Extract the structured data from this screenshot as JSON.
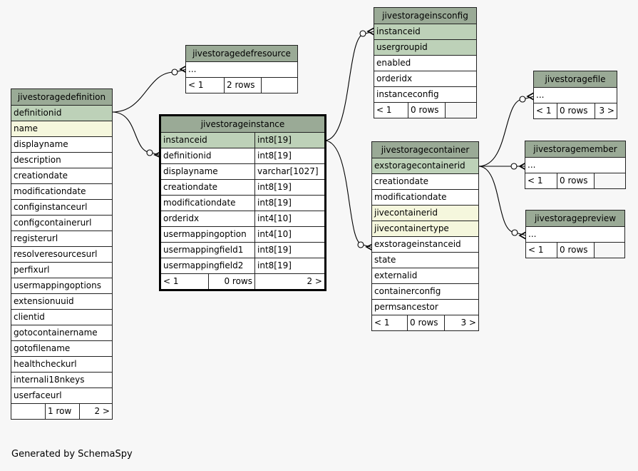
{
  "caption": "Generated by SchemaSpy",
  "tables": {
    "definition": {
      "name": "jivestoragedefinition",
      "columns": [
        "definitionid",
        "name",
        "displayname",
        "description",
        "creationdate",
        "modificationdate",
        "configinstanceurl",
        "configcontainerurl",
        "registerurl",
        "resolveresourcesurl",
        "perfixurl",
        "usermappingoptions",
        "extensionuuid",
        "clientid",
        "gotocontainername",
        "gotofilename",
        "healthcheckurl",
        "internali18nkeys",
        "userfaceurl"
      ],
      "footer": [
        "",
        "1 row",
        "2 >"
      ]
    },
    "defresource": {
      "name": "jivestoragedefresource",
      "columns": [
        "..."
      ],
      "footer": [
        "< 1",
        "2 rows",
        ""
      ]
    },
    "instance": {
      "name": "jivestorageinstance",
      "columns": [
        {
          "name": "instanceid",
          "type": "int8[19]"
        },
        {
          "name": "definitionid",
          "type": "int8[19]"
        },
        {
          "name": "displayname",
          "type": "varchar[1027]"
        },
        {
          "name": "creationdate",
          "type": "int8[19]"
        },
        {
          "name": "modificationdate",
          "type": "int8[19]"
        },
        {
          "name": "orderidx",
          "type": "int4[10]"
        },
        {
          "name": "usermappingoption",
          "type": "int4[10]"
        },
        {
          "name": "usermappingfield1",
          "type": "int8[19]"
        },
        {
          "name": "usermappingfield2",
          "type": "int8[19]"
        }
      ],
      "footer": [
        "< 1",
        "0 rows",
        "2 >"
      ]
    },
    "insconfig": {
      "name": "jivestorageinsconfig",
      "columns": [
        "instanceid",
        "usergroupid",
        "enabled",
        "orderidx",
        "instanceconfig"
      ],
      "footer": [
        "< 1",
        "0 rows",
        ""
      ]
    },
    "container": {
      "name": "jivestoragecontainer",
      "columns": [
        "exstoragecontainerid",
        "creationdate",
        "modificationdate",
        "jivecontainerid",
        "jivecontainertype",
        "exstorageinstanceid",
        "state",
        "externalid",
        "containerconfig",
        "permsancestor"
      ],
      "footer": [
        "< 1",
        "0 rows",
        "3 >"
      ]
    },
    "file": {
      "name": "jivestoragefile",
      "columns": [
        "..."
      ],
      "footer": [
        "< 1",
        "0 rows",
        "3 >"
      ]
    },
    "member": {
      "name": "jivestoragemember",
      "columns": [
        "..."
      ],
      "footer": [
        "< 1",
        "0 rows",
        ""
      ]
    },
    "preview": {
      "name": "jivestoragepreview",
      "columns": [
        "..."
      ],
      "footer": [
        "< 1",
        "0 rows",
        ""
      ]
    }
  },
  "colors": {
    "header": "#9aaa96",
    "primary_key": "#bdd1b8",
    "foreign_key": "#f5f7dd",
    "background": "#f7f7f7"
  }
}
